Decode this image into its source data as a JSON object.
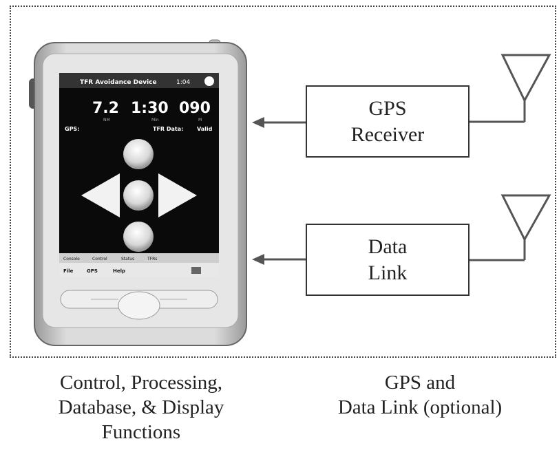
{
  "gps_box": {
    "line1": "GPS",
    "line2": "Receiver"
  },
  "datalink_box": {
    "line1": "Data",
    "line2": "Link"
  },
  "caption_left": {
    "line1": "Control, Processing,",
    "line2": "Database, & Display",
    "line3": "Functions"
  },
  "caption_right": {
    "line1": "GPS and",
    "line2": "Data Link (optional)"
  },
  "device": {
    "title_bar": "TFR Avoidance Device",
    "clock": "1:04",
    "readout_left": "7.2",
    "readout_left_unit": "NM",
    "readout_mid": "1:30",
    "readout_mid_unit": "Min",
    "readout_right": "090",
    "readout_right_unit": "M",
    "gps_label": "GPS:",
    "tfr_label": "TFR Data:",
    "tfr_status": "Valid",
    "tabs": [
      "Console",
      "Control",
      "Status",
      "TFRs"
    ],
    "menu": [
      "File",
      "GPS",
      "Help"
    ]
  },
  "colors": {
    "line": "#555555",
    "screen": "#0a0a0a",
    "bezel": "#d4d4d4"
  }
}
